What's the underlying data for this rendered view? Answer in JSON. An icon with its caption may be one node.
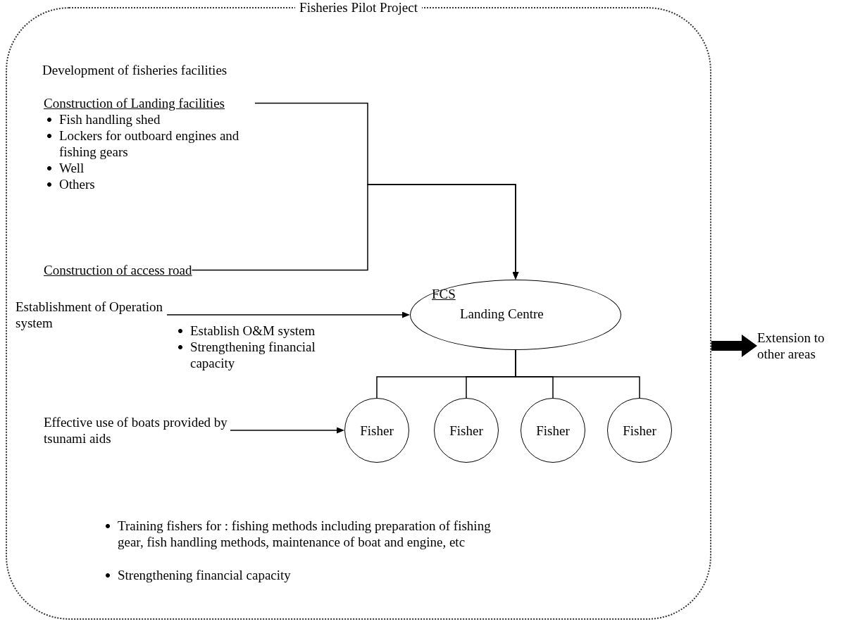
{
  "diagram": {
    "nodes": [
      {
        "text": [
          "Fisheries Pilot Project"
        ]
      },
      {
        "text": [
          "Construction of Landing facilities",
          "Fish handling shed",
          "Lockers for outboard engines and fishing gears",
          "Well",
          "Others"
        ],
        "in": 0
      },
      {
        "text": [
          "Construction of access road"
        ],
        "in": 0
      },
      {
        "text": [
          "FCS",
          "Landing Centre"
        ],
        "in": 0
      },
      {
        "text": [
          "Establishment of Operation system"
        ],
        "in": 0
      },
      {
        "text": [
          "Fisher"
        ],
        "in": 0
      },
      {
        "text": [
          "Fisher"
        ],
        "in": 0
      },
      {
        "text": [
          "Fisher"
        ],
        "in": 0
      },
      {
        "text": [
          "Fisher"
        ],
        "in": 0
      },
      {
        "text": [
          "Effective use of boats provided by tsunami aids"
        ],
        "in": 0
      },
      {
        "text": [
          "Extension to other areas"
        ]
      }
    ],
    "edges": [
      {
        "from": 1,
        "to": 3,
        "arrow": "to"
      },
      {
        "from": 2,
        "to": 3,
        "arrow": "to"
      },
      {
        "from": 4,
        "to": 3,
        "arrow": "to"
      },
      {
        "from": 3,
        "to": 5,
        "arrow": "none"
      },
      {
        "from": 3,
        "to": 6,
        "arrow": "none"
      },
      {
        "from": 3,
        "to": 7,
        "arrow": "none"
      },
      {
        "from": 3,
        "to": 8,
        "arrow": "none"
      },
      {
        "from": 9,
        "to": 5,
        "arrow": "to"
      },
      {
        "from": 0,
        "to": 10,
        "arrow": "to",
        "style": "thick"
      }
    ],
    "labels": [
      "Development of fisheries facilities",
      "Establish O&M system",
      "Strengthening financial capacity",
      "Training fishers for : fishing methods including preparation of fishing gear, fish handling methods, maintenance of boat and engine, etc",
      "Strengthening financial capacity"
    ]
  }
}
